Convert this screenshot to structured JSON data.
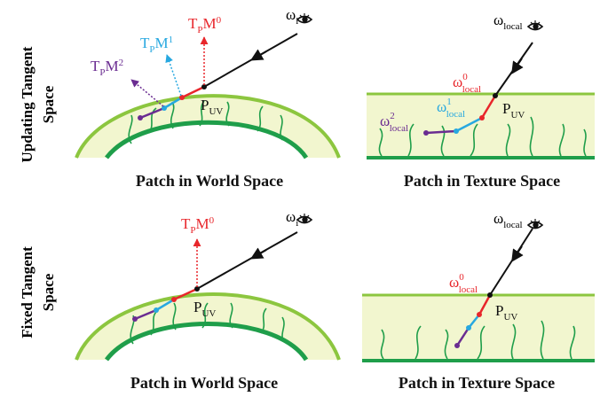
{
  "row_labels": {
    "top_line1": "Updating Tangent",
    "top_line2": "Space",
    "bottom_line1": "Fixed Tangent",
    "bottom_line2": "Space"
  },
  "captions": {
    "world": "Patch in World Space",
    "texture": "Patch in Texture Space"
  },
  "labels": {
    "omega": "ω",
    "omega_i_sub": "i",
    "omega_local_sub": "local",
    "omega_local_0_sup": "0",
    "omega_local_1_sup": "1",
    "omega_local_2_sup": "2",
    "tpm_T": "T",
    "tpm_P": "P",
    "tpm_M": "M",
    "tpm_0": "0",
    "tpm_1": "1",
    "tpm_2": "2",
    "puv_P": "P",
    "puv_sub": "UV"
  },
  "colors": {
    "patch_fill": "#f2f6cf",
    "patch_edge": "#8cc63f",
    "fiber": "#1f9e4a",
    "ray": "#111111",
    "segment0": "#e8262b",
    "segment1": "#27a8e0",
    "segment2": "#6a2c91",
    "tpm0": "#e8262b",
    "tpm1": "#27a8e0",
    "tpm2": "#6a2c91"
  }
}
